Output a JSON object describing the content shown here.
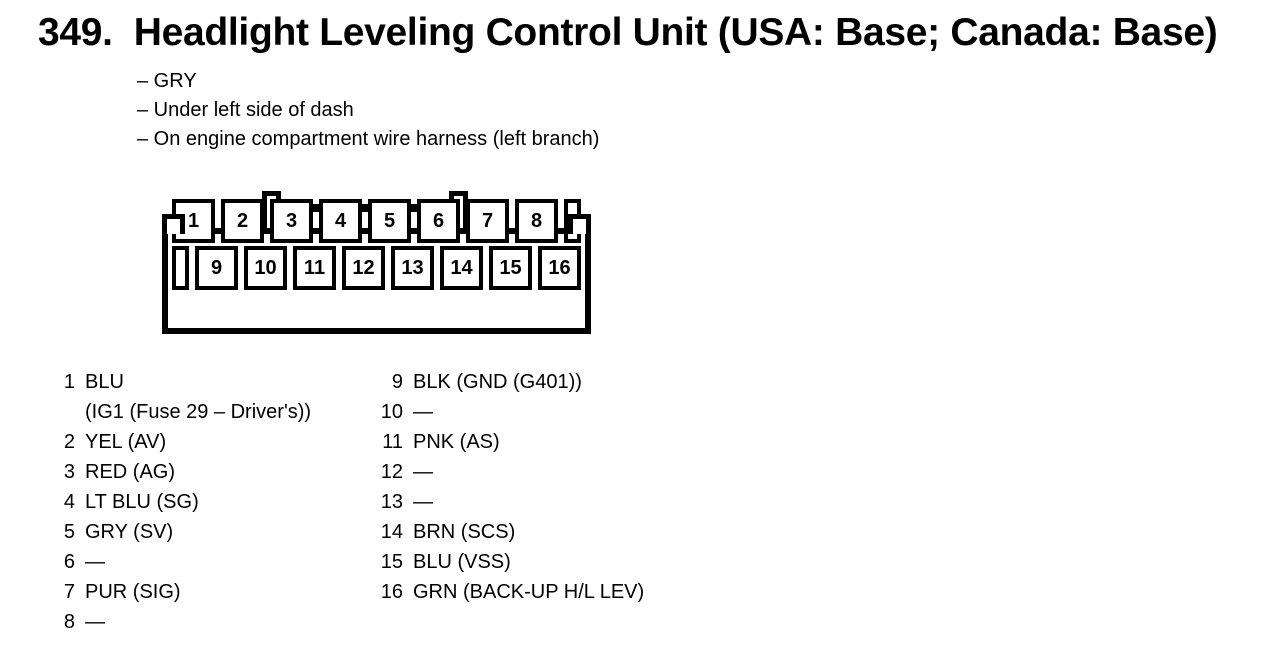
{
  "header": {
    "number": "349.",
    "title": "Headlight Leveling Control Unit (USA: Base; Canada: Base)"
  },
  "notes": [
    "– GRY",
    "– Under left side of dash",
    "– On engine compartment wire harness (left branch)"
  ],
  "connector": {
    "description": "16-pin connector, two staggered rows, latch on top",
    "top_row": [
      "1",
      "2",
      "3",
      "4",
      "5",
      "6",
      "7",
      "8"
    ],
    "bottom_row": [
      "9",
      "10",
      "11",
      "12",
      "13",
      "14",
      "15",
      "16"
    ]
  },
  "pins": {
    "left": [
      {
        "pin": "1",
        "label": "BLU",
        "note": "(IG1 (Fuse 29 – Driver's))"
      },
      {
        "pin": "2",
        "label": "YEL (AV)"
      },
      {
        "pin": "3",
        "label": "RED (AG)"
      },
      {
        "pin": "4",
        "label": "LT BLU (SG)"
      },
      {
        "pin": "5",
        "label": "GRY (SV)"
      },
      {
        "pin": "6",
        "label": "—"
      },
      {
        "pin": "7",
        "label": "PUR (SIG)"
      },
      {
        "pin": "8",
        "label": "—"
      }
    ],
    "right": [
      {
        "pin": "9",
        "label": "BLK (GND (G401))"
      },
      {
        "pin": "10",
        "label": "—"
      },
      {
        "pin": "11",
        "label": "PNK (AS)"
      },
      {
        "pin": "12",
        "label": "—"
      },
      {
        "pin": "13",
        "label": "—"
      },
      {
        "pin": "14",
        "label": "BRN (SCS)"
      },
      {
        "pin": "15",
        "label": "BLU (VSS)"
      },
      {
        "pin": "16",
        "label": "GRN (BACK-UP H/L LEV)"
      }
    ]
  },
  "colors": {
    "ink": "#000000",
    "paper": "#ffffff"
  }
}
